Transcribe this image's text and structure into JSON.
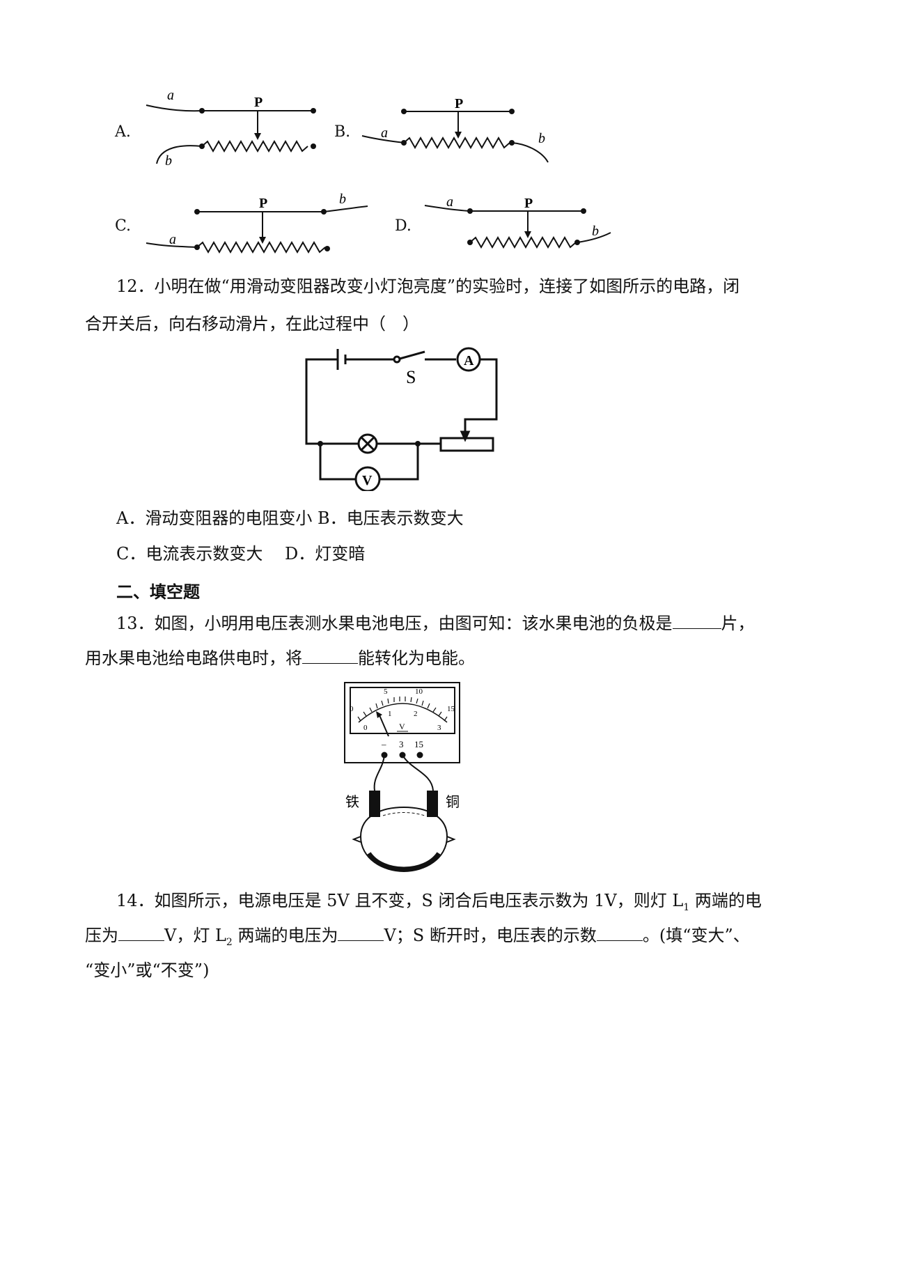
{
  "q11_options": {
    "A": {
      "label": "A.",
      "wire_a": "a",
      "wire_b": "b",
      "slider": "P"
    },
    "B": {
      "label": "B.",
      "wire_a": "a",
      "wire_b": "b",
      "slider": "P"
    },
    "C": {
      "label": "C.",
      "wire_a": "a",
      "wire_b": "b",
      "slider": "P"
    },
    "D": {
      "label": "D.",
      "wire_a": "a",
      "wire_b": "b",
      "slider": "P"
    }
  },
  "q12": {
    "line1": "12．小明在做“用滑动变阻器改变小灯泡亮度”的实验时，连接了如图所示的电路，闭",
    "line2": "合开关后，向右移动滑片，在此过程中（　）",
    "circuit": {
      "switch_label": "S",
      "ammeter_label": "A",
      "voltmeter_label": "V"
    },
    "optionsA_B": "A．滑动变阻器的电阻变小 B．电压表示数变大",
    "optionsC_D": "C．电流表示数变大　 D．灯变暗"
  },
  "section2": {
    "title": "二、填空题"
  },
  "q13": {
    "line1_a": "13．如图，小明用电压表测水果电池电压，由图可知：该水果电池的负极是",
    "line1_b": "片，",
    "line2_a": "用水果电池给电路供电时，将",
    "line2_b": "能转化为电能。",
    "meter": {
      "upper_scale": [
        "0",
        "5",
        "10",
        "15"
      ],
      "lower_scale": [
        "0",
        "1",
        "2",
        "3"
      ],
      "unit": "V",
      "terminals": [
        "–",
        "3",
        "15"
      ],
      "left_electrode": "铁",
      "right_electrode": "铜"
    }
  },
  "q14": {
    "line1_a": "14．如图所示，电源电压是 5V 且不变，S 闭合后电压表示数为 1V，则灯 L",
    "line1_sub": "1",
    "line1_b": " 两端的电",
    "line2_a": "压为",
    "line2_b": "V，灯 L",
    "line2_sub": "2",
    "line2_c": " 两端的电压为",
    "line2_d": "V；S 断开时，电压表的示数",
    "line2_e": "。(填“变大”、",
    "line3": "“变小”或“不变”)"
  }
}
